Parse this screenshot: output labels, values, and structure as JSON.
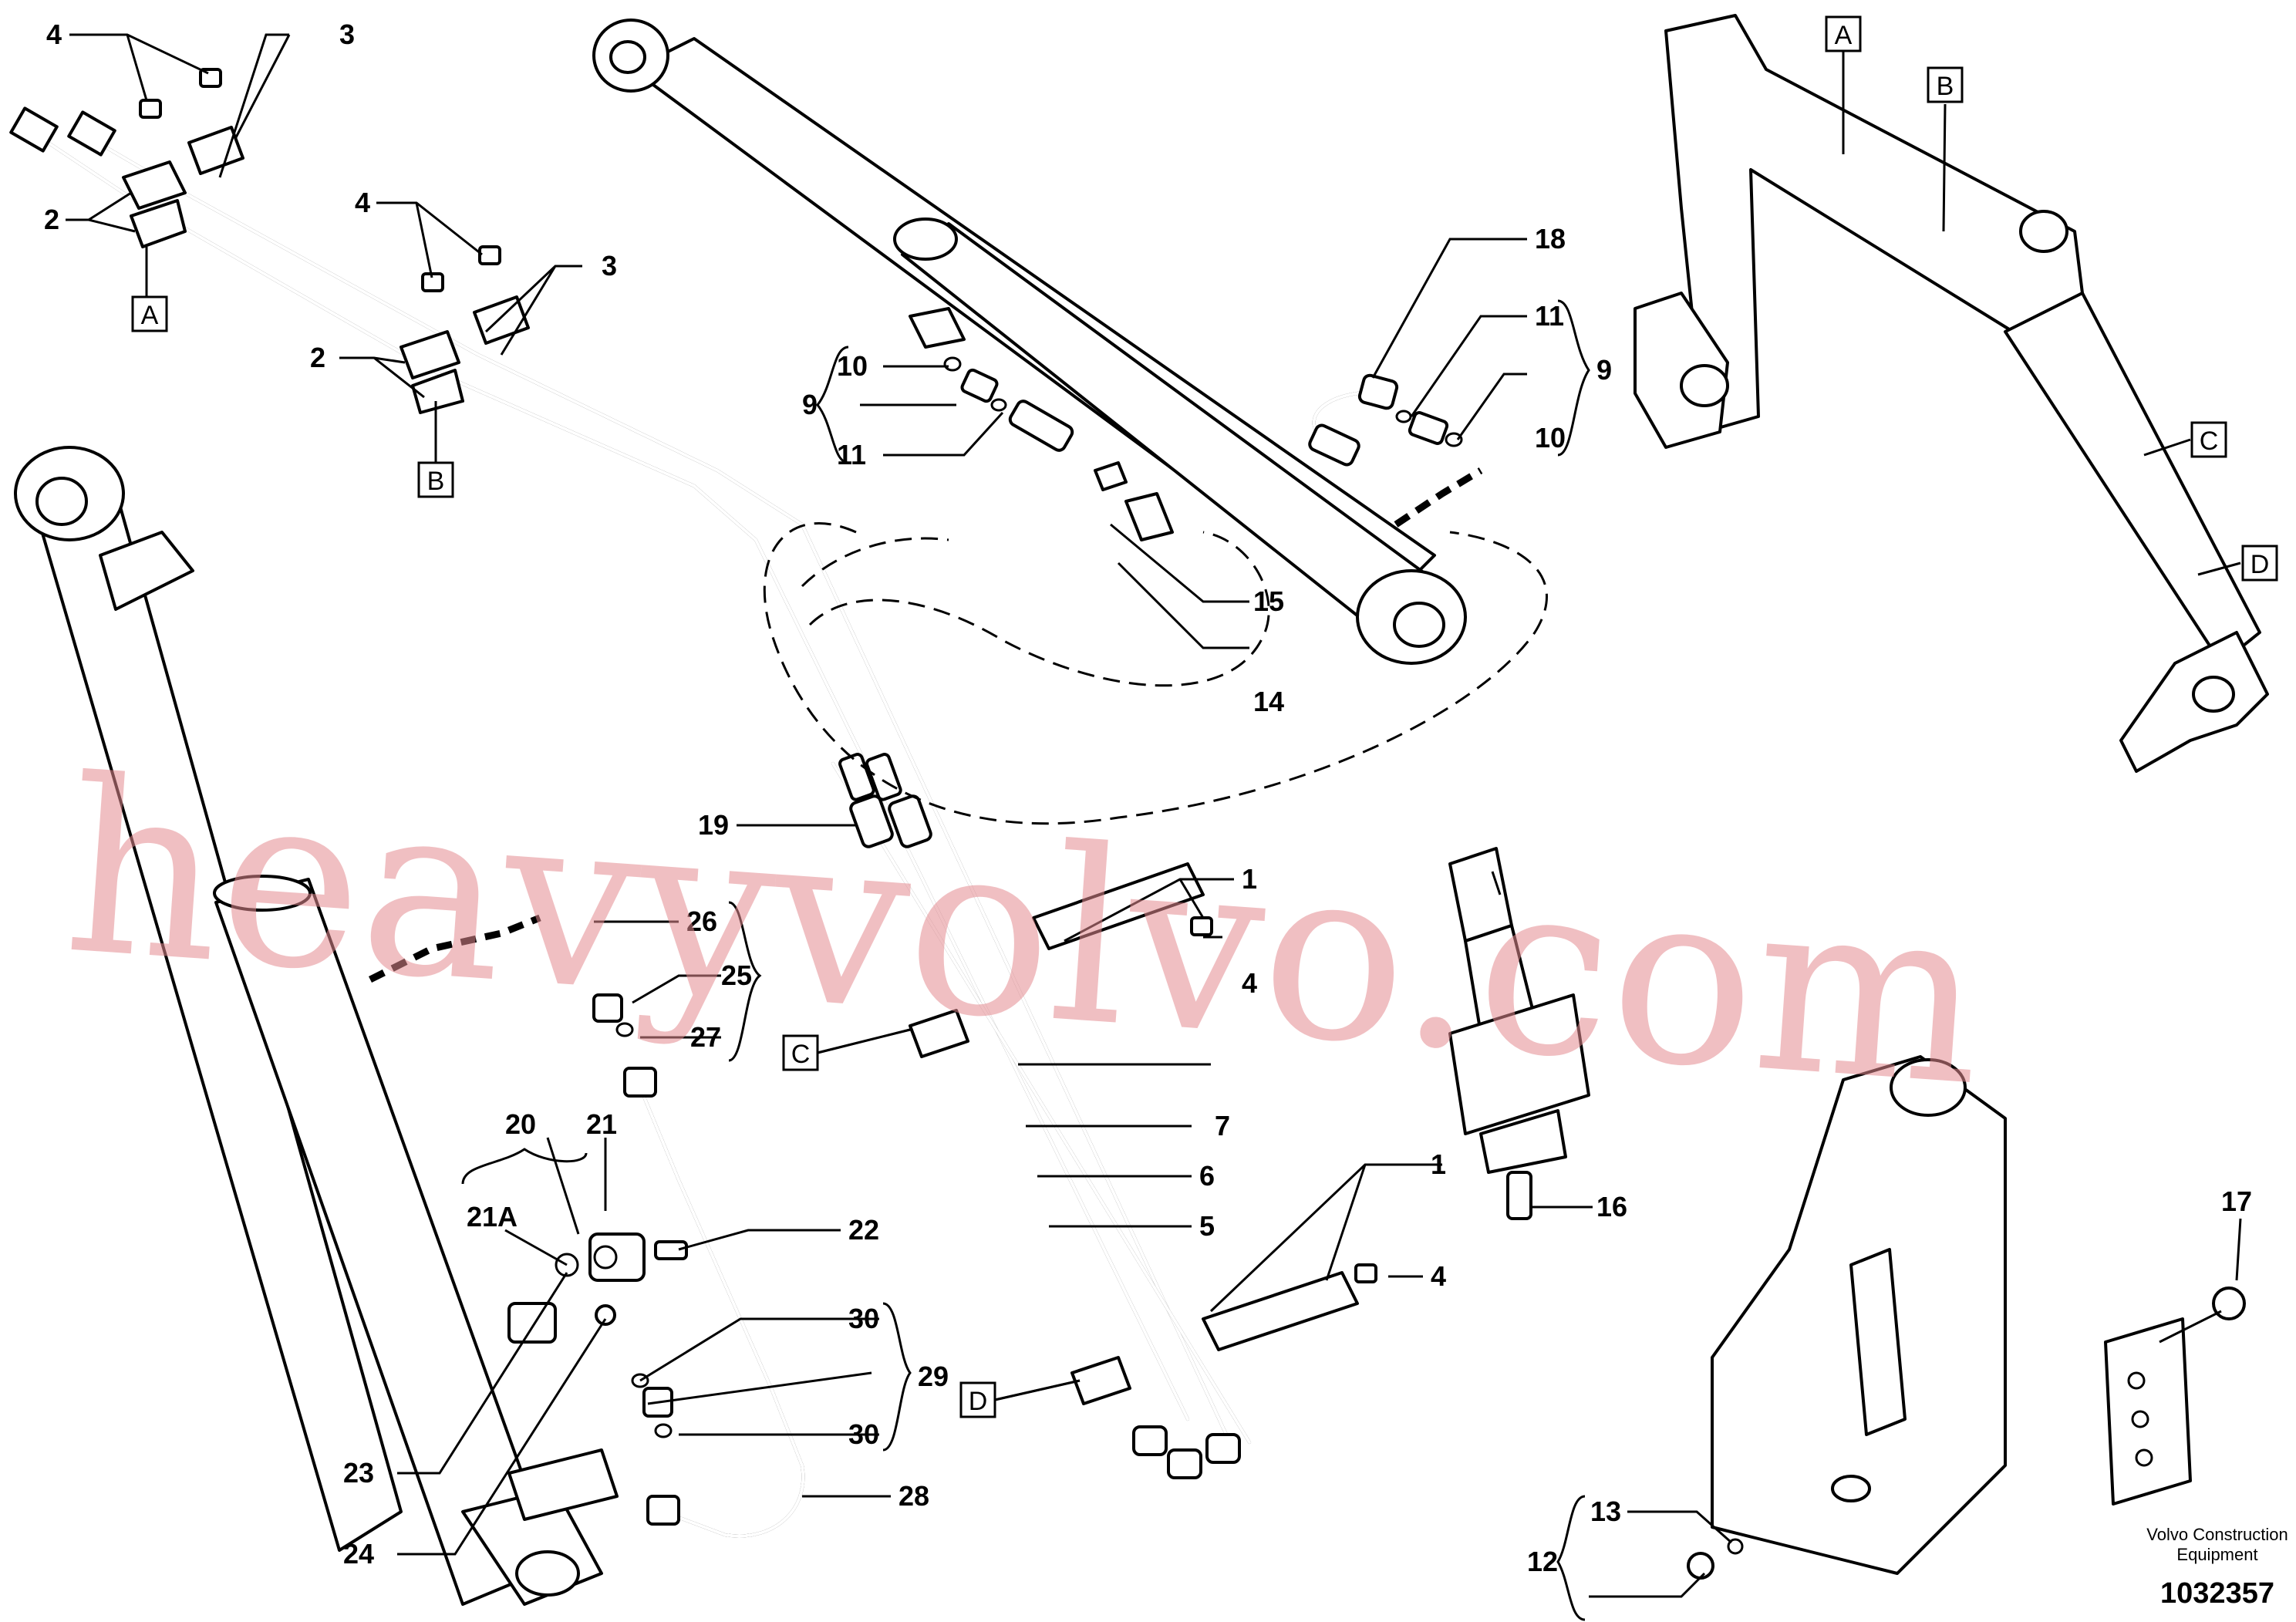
{
  "drawing": {
    "credit_line1": "Volvo Construction",
    "credit_line2": "Equipment",
    "doc_number": "1032357",
    "watermark": "heavyvolvo.com"
  },
  "callouts": {
    "c1a": "1",
    "c1b": "1",
    "c2a": "2",
    "c2b": "2",
    "c3a": "3",
    "c3b": "3",
    "c4a": "4",
    "c4b": "4",
    "c4c": "4",
    "c4d": "4",
    "c5": "5",
    "c6": "6",
    "c7": "7",
    "c9a": "9",
    "c9b": "9",
    "c10a": "10",
    "c10b": "10",
    "c11a": "11",
    "c11b": "11",
    "c12": "12",
    "c13": "13",
    "c14": "14",
    "c15": "15",
    "c16": "16",
    "c17": "17",
    "c18": "18",
    "c19": "19",
    "c20": "20",
    "c21": "21",
    "c21a": "21A",
    "c22": "22",
    "c23": "23",
    "c24": "24",
    "c25": "25",
    "c26": "26",
    "c27": "27",
    "c28": "28",
    "c29": "29",
    "c30a": "30",
    "c30b": "30"
  },
  "ref_boxes": {
    "a1": "A",
    "b1": "B",
    "c1": "C",
    "d1": "D",
    "a2": "A",
    "b2": "B",
    "c2": "C",
    "d2": "D"
  }
}
